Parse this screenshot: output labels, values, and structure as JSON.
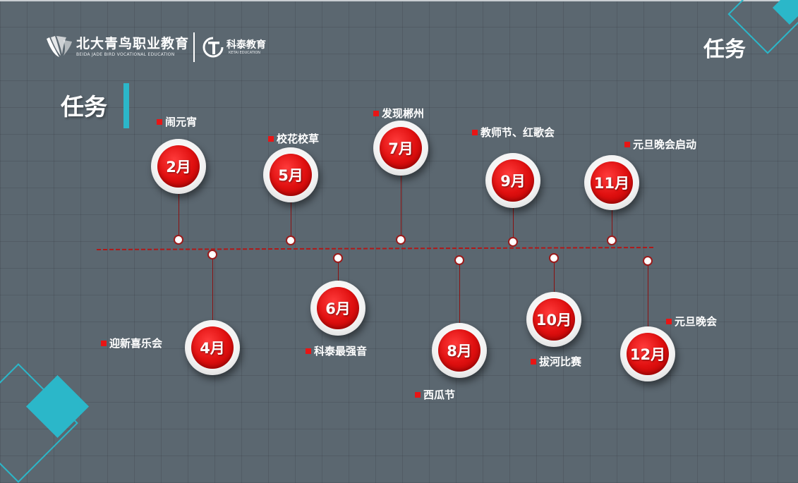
{
  "brand": {
    "name_cn": "北大青鸟职业教育",
    "name_en": "BEIDA JADE BIRD VOCATIONAL EDUCATION",
    "partner_cn": "科泰教育",
    "partner_en": "KETAI EDUCATION"
  },
  "corner_title": "任务",
  "main_title": "任务",
  "timeline": [
    {
      "month": "2月",
      "event": "闹元宵"
    },
    {
      "month": "4月",
      "event": "迎新喜乐会"
    },
    {
      "month": "5月",
      "event": "校花校草"
    },
    {
      "month": "6月",
      "event": "科泰最强音"
    },
    {
      "month": "7月",
      "event": "发现郴州"
    },
    {
      "month": "8月",
      "event": "西瓜节"
    },
    {
      "month": "9月",
      "event": "教师节、红歌会"
    },
    {
      "month": "10月",
      "event": "拔河比赛"
    },
    {
      "month": "11月",
      "event": "元旦晚会启动"
    },
    {
      "month": "12月",
      "event": "元旦晚会"
    }
  ],
  "colors": {
    "accent": "#2bb7c9",
    "month_red": "#e01010",
    "timeline": "#b01818",
    "background": "#5b6770"
  }
}
